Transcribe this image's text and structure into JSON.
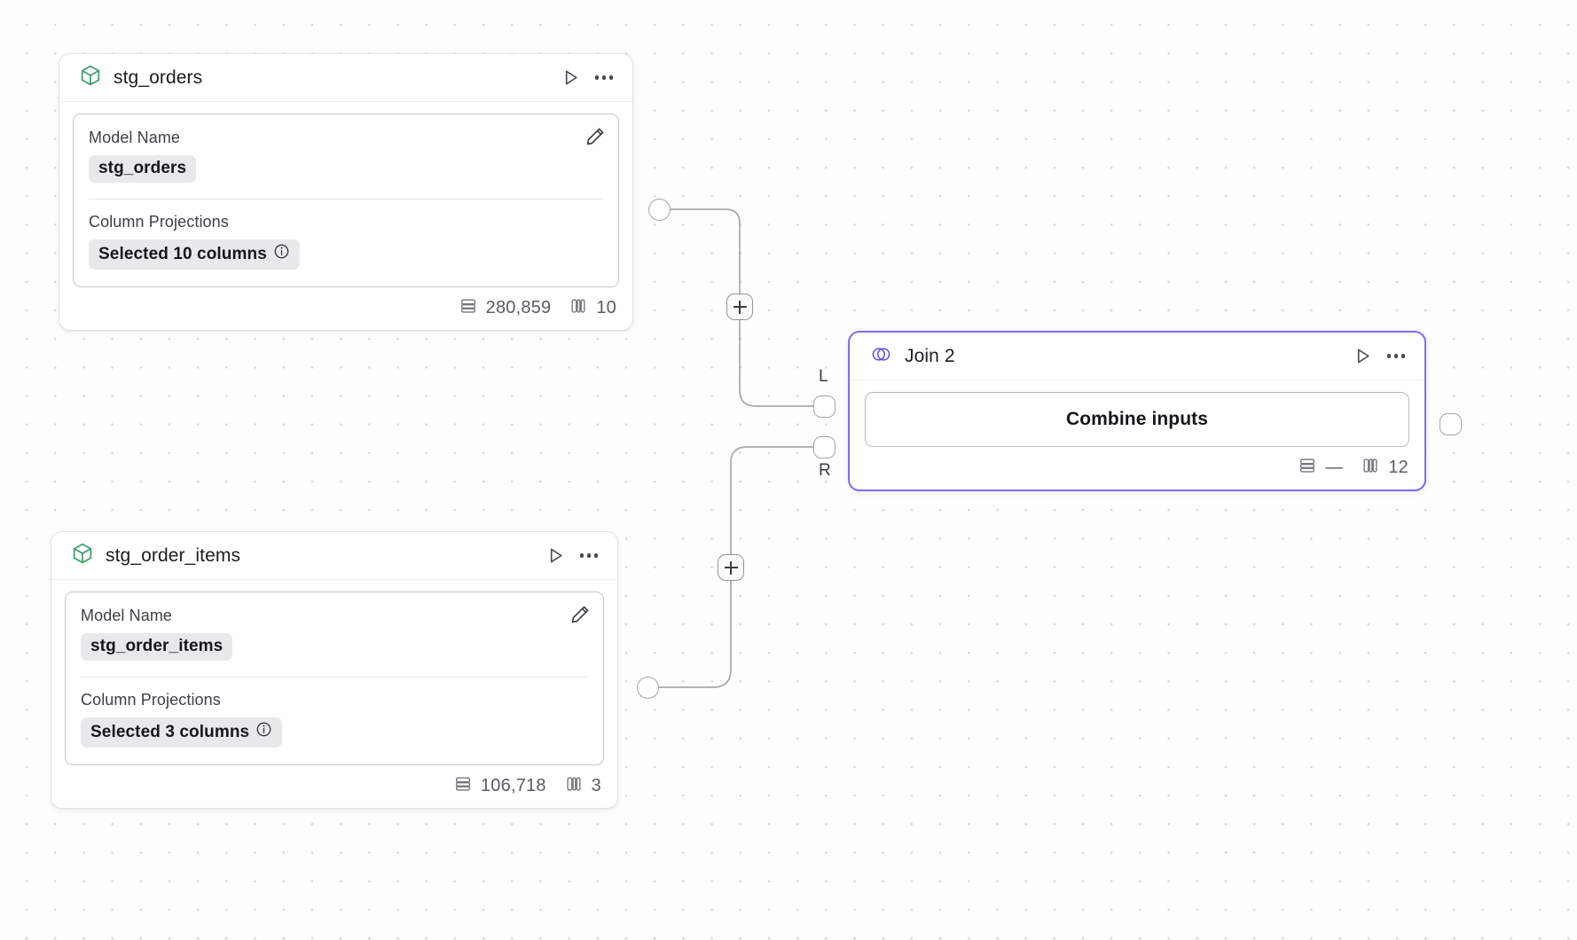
{
  "canvas": {
    "background_color": "#fdfdfd",
    "grid_dot_color": "#d4d2d6",
    "accent_color": "#7c6ff0",
    "model_icon_color": "#3f9c6d"
  },
  "nodes": [
    {
      "id": "stg_orders",
      "icon": "cube-icon",
      "title": "stg_orders",
      "fields": [
        {
          "label": "Model Name",
          "value": "stg_orders"
        },
        {
          "label": "Column Projections",
          "value": "Selected 10 columns"
        }
      ],
      "stats": {
        "rows": "280,859",
        "columns": "10"
      },
      "actions": {
        "run": "run-icon",
        "menu": "more-options-icon",
        "edit": "edit-pencil-icon"
      }
    },
    {
      "id": "stg_order_items",
      "icon": "cube-icon",
      "title": "stg_order_items",
      "fields": [
        {
          "label": "Model Name",
          "value": "stg_order_items"
        },
        {
          "label": "Column Projections",
          "value": "Selected 3 columns"
        }
      ],
      "stats": {
        "rows": "106,718",
        "columns": "3"
      },
      "actions": {
        "run": "run-icon",
        "menu": "more-options-icon",
        "edit": "edit-pencil-icon"
      }
    }
  ],
  "join_node": {
    "id": "join_2",
    "icon": "venn-join-icon",
    "title": "Join 2",
    "selected": true,
    "button_label": "Combine inputs",
    "stats": {
      "rows": "—",
      "columns": "12"
    },
    "input_ports": [
      {
        "label": "L",
        "name": "left-input-port"
      },
      {
        "label": "R",
        "name": "right-input-port"
      }
    ],
    "actions": {
      "run": "run-icon",
      "menu": "more-options-icon"
    }
  },
  "edge_controls": [
    {
      "name": "add-node-on-edge-top",
      "label": "+"
    },
    {
      "name": "add-node-on-edge-bottom",
      "label": "+"
    }
  ]
}
